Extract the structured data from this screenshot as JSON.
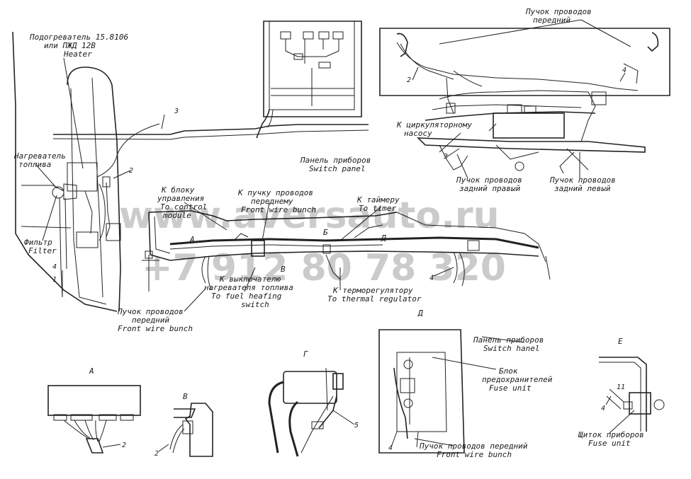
{
  "labels": {
    "heater_ru_1": "Подогреватель 15.8106",
    "heater_ru_2": "или ПЖД 12В",
    "heater_en": "Heater",
    "fuel_heater_ru_1": "Нагреватель",
    "fuel_heater_ru_2": "топлива",
    "filter_ru": "Фильтр",
    "filter_en": "Filter",
    "front_bunch_top_ru_1": "Пучок проводов",
    "front_bunch_top_ru_2": "передний",
    "circ_pump_ru_1": "К циркуляторному",
    "circ_pump_ru_2": "насосу",
    "switch_panel_ru": "Панель приборов",
    "switch_panel_en": "Switch panel",
    "rear_right_ru_1": "Пучок проводов",
    "rear_right_ru_2": "задний правый",
    "rear_left_ru_1": "Пучок проводов",
    "rear_left_ru_2": "задний левый",
    "control_module_ru_1": "К блоку",
    "control_module_ru_2": "управления",
    "control_module_en_1": "To control",
    "control_module_en_2": "module",
    "front_wire_to_ru_1": "К пучку проводов",
    "front_wire_to_ru_2": "переднему",
    "front_wire_to_en": "Front wire bunch",
    "timer_ru": "К таймеру",
    "timer_en": "To timer",
    "fuel_switch_ru_1": "К выключателю",
    "fuel_switch_ru_2": "нагревателя топлива",
    "fuel_switch_en_1": "To fuel heafing",
    "fuel_switch_en_2": "switch",
    "thermo_ru": "К терморегулятору",
    "thermo_en": "To thermal regulator",
    "front_bunch_bottom_ru_1": "Пучок проводов",
    "front_bunch_bottom_ru_2": "передний",
    "front_bunch_bottom_en": "Front wire bunch",
    "switch_hanel_ru": "Панель приборов",
    "switch_hanel_en": "Switch hanel",
    "fuse_unit_ru_1": "Блок",
    "fuse_unit_ru_2": "предохранителей",
    "fuse_unit_en": "Fuse unit",
    "front_bunch_d_ru": "Пучок проводов передний",
    "front_bunch_d_en": "Front wire bunch",
    "instrument_ru": "Щиток приборов",
    "instrument_en": "Fuse unit"
  },
  "views": {
    "a": "А",
    "b": "Б",
    "v": "В",
    "g": "Г",
    "d": "Д",
    "e": "Е"
  },
  "callouts": {
    "n1": "1",
    "n2": "2",
    "n3": "3",
    "n4": "4",
    "n5": "5",
    "n11": "11"
  },
  "watermark": {
    "line1": "www.aversauto.ru",
    "line2": "+7 912 80 78 320"
  }
}
